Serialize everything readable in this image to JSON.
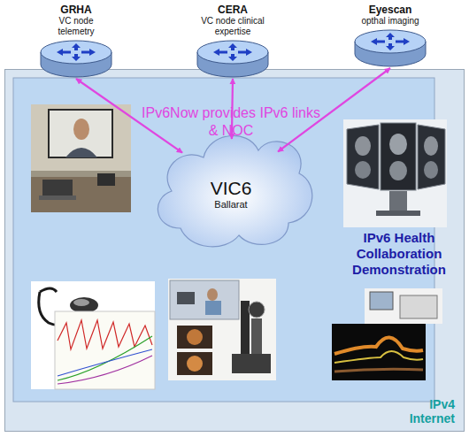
{
  "diagram": {
    "nodes": [
      {
        "text": [
          "IPv4 Internet"
        ]
      },
      {
        "text": [
          "GRHA",
          "VC node telemetry"
        ]
      },
      {
        "text": [
          "CERA",
          "VC node clinical expertise"
        ]
      },
      {
        "text": [
          "Eyescan",
          "opthal imaging"
        ]
      },
      {
        "text": [
          "VIC6",
          "Ballarat"
        ],
        "in": 0
      }
    ],
    "edges": [
      {
        "from": 1,
        "to": 4,
        "arrow": "both"
      },
      {
        "from": 2,
        "to": 4,
        "arrow": "both"
      },
      {
        "from": 3,
        "to": 4,
        "arrow": "both"
      }
    ],
    "labels": [
      "IPv6Now provides IPv6 links & NOC",
      "IPv6 Health Collaboration Demonstration"
    ]
  }
}
